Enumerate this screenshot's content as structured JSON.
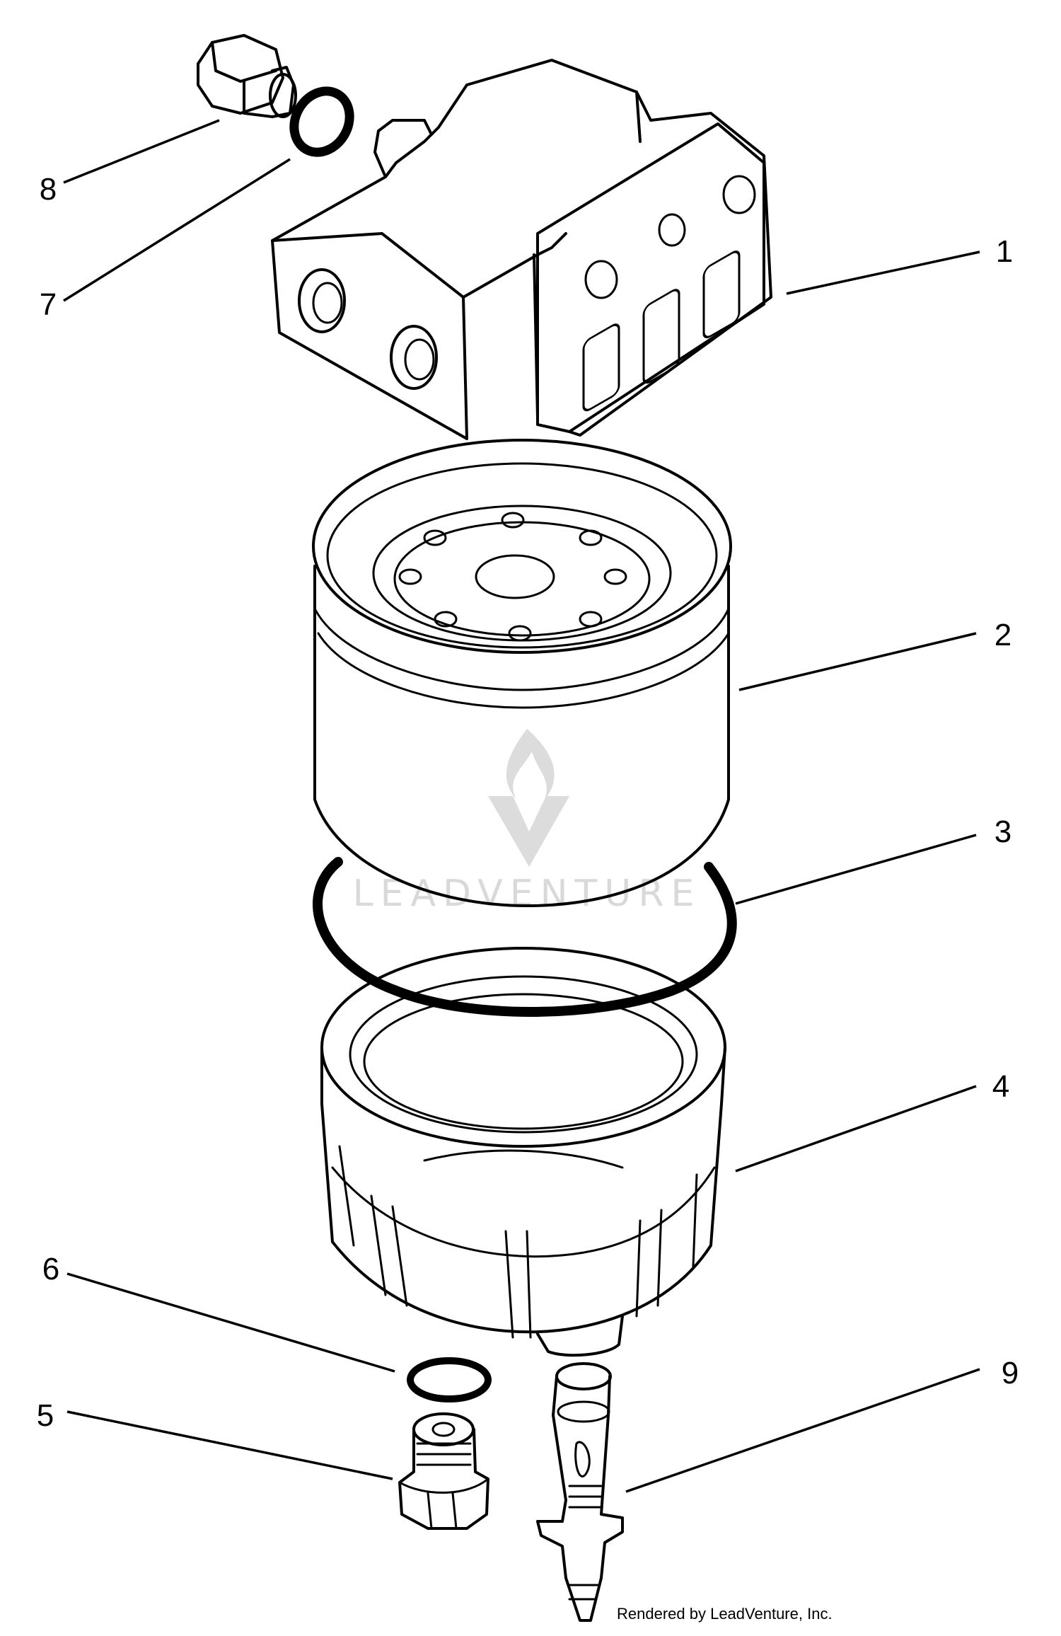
{
  "callouts": [
    {
      "id": "1",
      "label": "1"
    },
    {
      "id": "2",
      "label": "2"
    },
    {
      "id": "3",
      "label": "3"
    },
    {
      "id": "4",
      "label": "4"
    },
    {
      "id": "5",
      "label": "5"
    },
    {
      "id": "6",
      "label": "6"
    },
    {
      "id": "7",
      "label": "7"
    },
    {
      "id": "8",
      "label": "8"
    },
    {
      "id": "9",
      "label": "9"
    }
  ],
  "watermark": {
    "text": "LEADVENTURE"
  },
  "footer": {
    "credit": "Rendered by LeadVenture, Inc."
  }
}
